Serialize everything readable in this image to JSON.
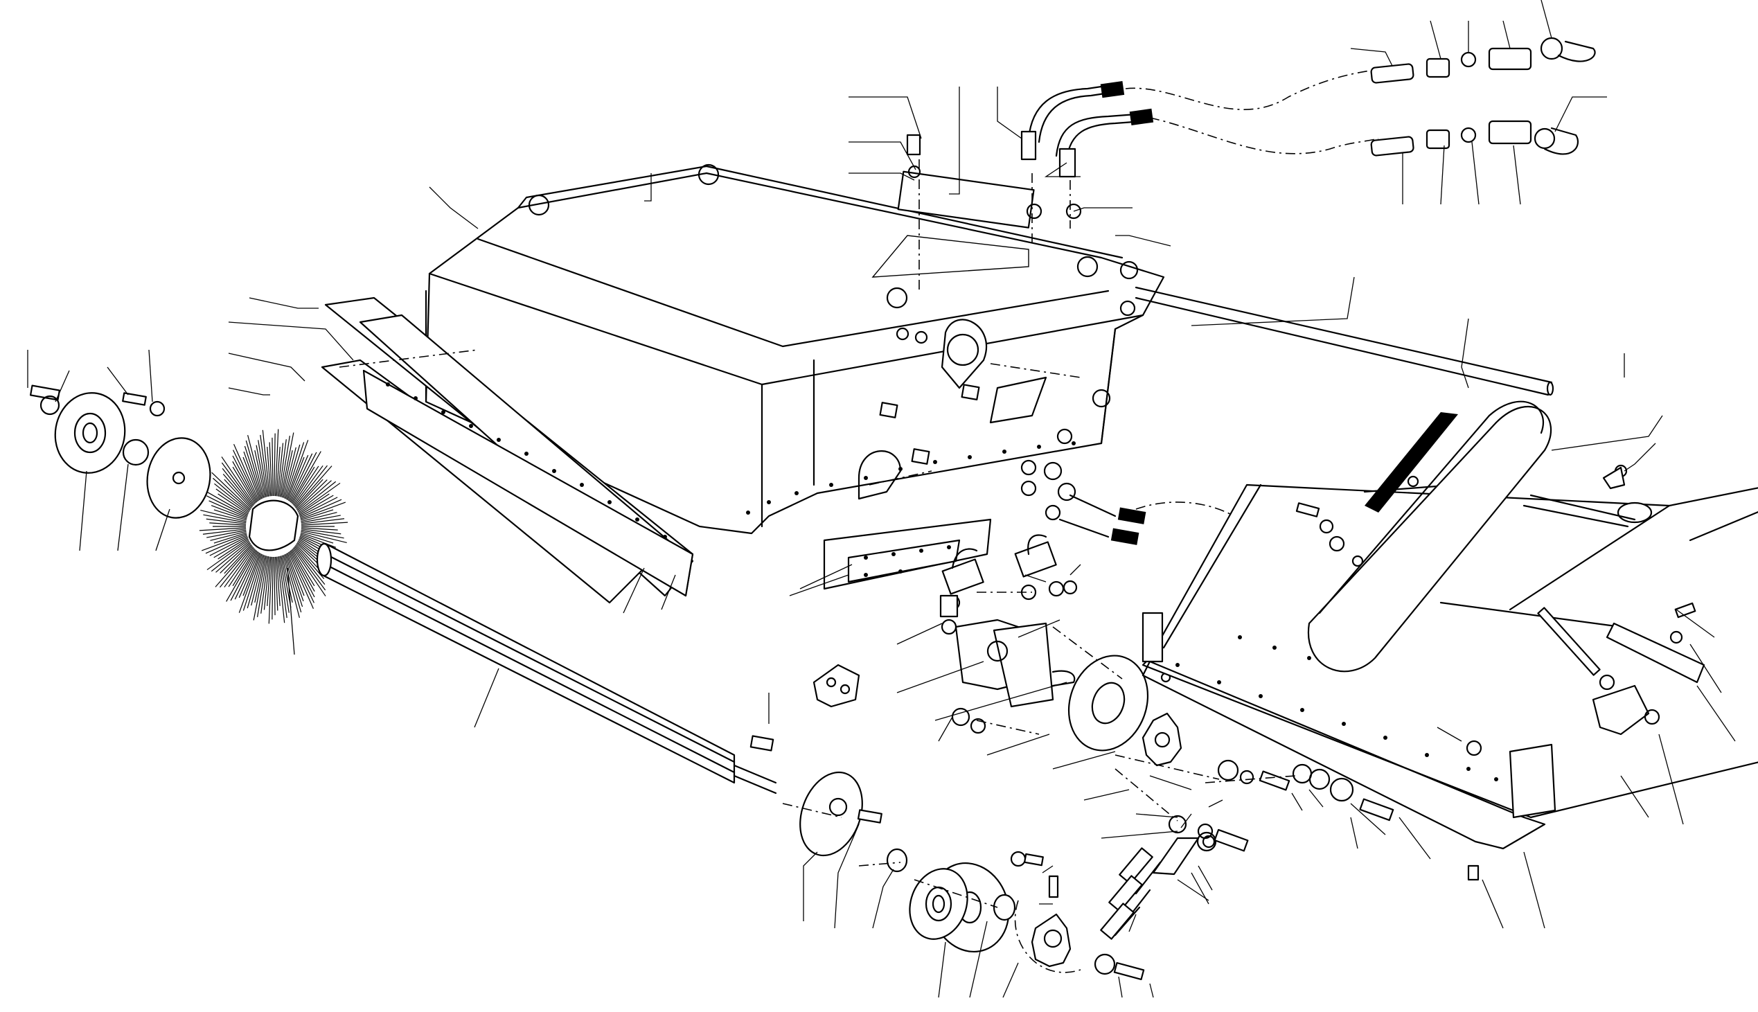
{
  "diagram": {
    "callout_labels": [],
    "line_color": "#000000",
    "background": "#ffffff",
    "parts": [
      {
        "key": "housing",
        "icon": "sweeper-housing-icon"
      },
      {
        "key": "bristle-brush",
        "icon": "brush-wheel-icon"
      },
      {
        "key": "roller-shaft",
        "icon": "roller-shaft-icon"
      },
      {
        "key": "chain-guard",
        "icon": "chain-guard-icon"
      },
      {
        "key": "hydraulic-motor",
        "icon": "motor-icon"
      },
      {
        "key": "hoses",
        "icon": "hose-icon"
      },
      {
        "key": "sprockets",
        "icon": "sprocket-icon"
      },
      {
        "key": "chain",
        "icon": "chain-icon"
      },
      {
        "key": "frame",
        "icon": "frame-icon"
      },
      {
        "key": "rod",
        "icon": "rod-icon"
      }
    ]
  }
}
